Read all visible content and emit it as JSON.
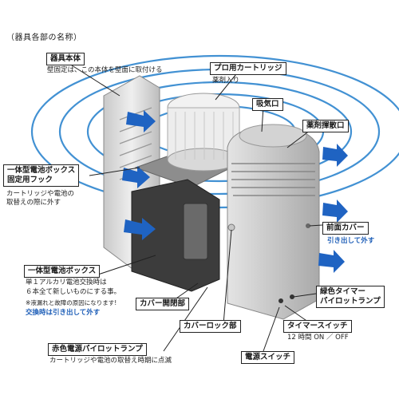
{
  "header": "（器具各部の名称）",
  "labels": {
    "body": {
      "title": "器具本体",
      "desc": "壁固定は、この本体を壁面に取付ける"
    },
    "cartridge": {
      "title": "プロ用カートリッジ",
      "desc": "薬剤入り"
    },
    "intake": {
      "title": "吸気口"
    },
    "outlet": {
      "title": "薬剤揮散口"
    },
    "hook": {
      "title1": "一体型電池ボックス",
      "title2": "固定用フック",
      "desc1": "カートリッジや電池の",
      "desc2": "取替えの際に外す"
    },
    "front_cover": {
      "title": "前面カバー",
      "note": "引き出して外す"
    },
    "battery_box": {
      "title": "一体型電池ボックス",
      "desc1": "単１アルカリ電池交換時は",
      "desc2": "６本全て新しいものにする事。",
      "desc3": "※液漏れと故障の原因になります!",
      "note": "交換時は引き出して外す"
    },
    "cover_open": {
      "title": "カバー開閉部"
    },
    "green_lamp": {
      "title1": "緑色タイマー",
      "title2": "パイロットランプ"
    },
    "cover_lock": {
      "title": "カバーロック部"
    },
    "timer_switch": {
      "title": "タイマースイッチ",
      "desc": "12 時間 ON ／ OFF"
    },
    "red_lamp": {
      "title": "赤色電源パイロットランプ",
      "desc": "カートリッジや電池の取替え時期に点滅"
    },
    "power_switch": {
      "title": "電源スイッチ"
    }
  },
  "colors": {
    "wave": "#2e86cf",
    "arrow": "#1f63c2",
    "label_note": "#1f5fb8"
  },
  "icons": [
    "airflow-arrow-icon",
    "sound-wave-icon"
  ]
}
